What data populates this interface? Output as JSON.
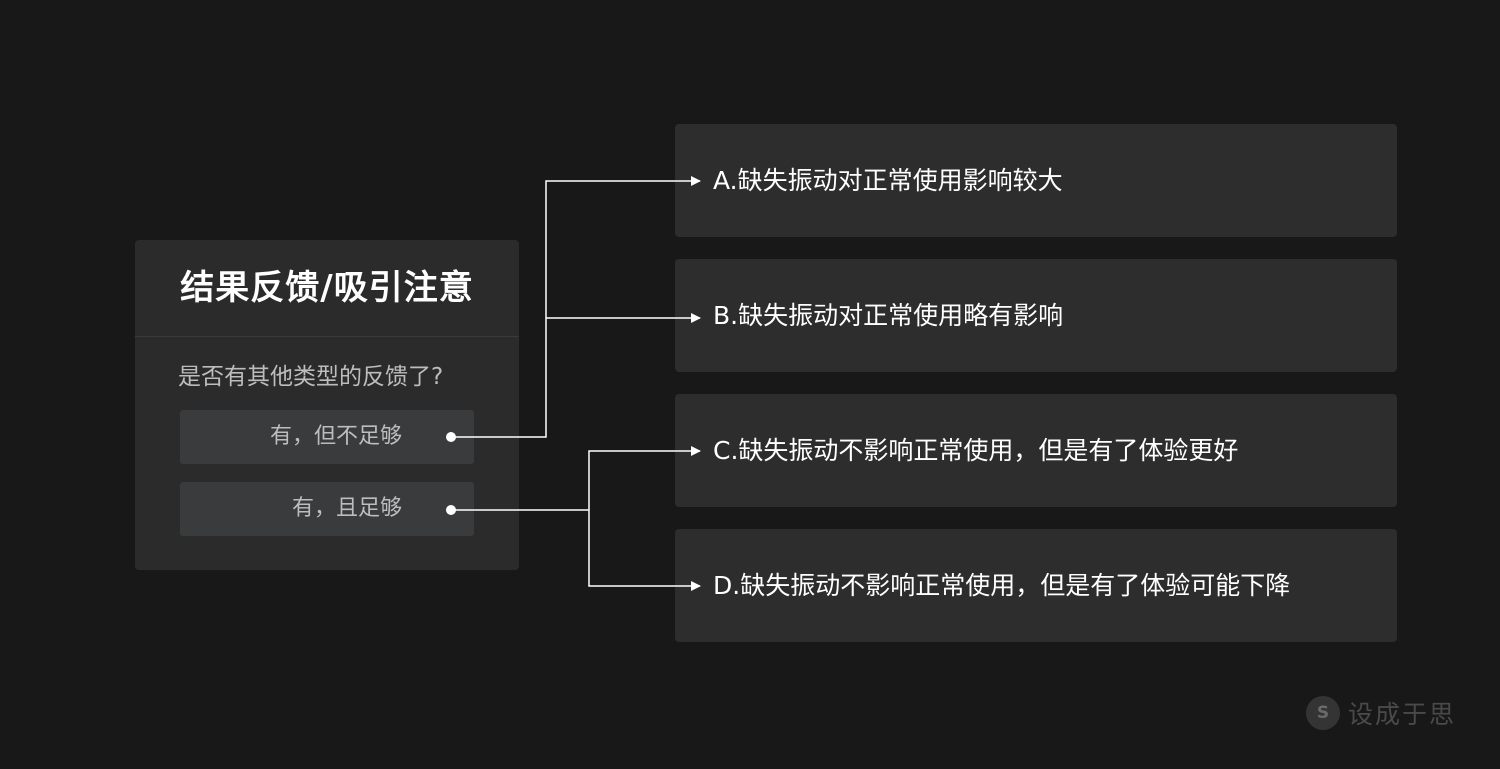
{
  "left_card": {
    "title": "结果反馈/吸引注意",
    "question": "是否有其他类型的反馈了?",
    "answers": [
      {
        "label": "有，但不足够"
      },
      {
        "label": "有，且足够"
      }
    ]
  },
  "options": [
    {
      "label": "A.缺失振动对正常使用影响较大"
    },
    {
      "label": "B.缺失振动对正常使用略有影响"
    },
    {
      "label": "C.缺失振动不影响正常使用，但是有了体验更好"
    },
    {
      "label": "D.缺失振动不影响正常使用，但是有了体验可能下降"
    }
  ],
  "watermark": {
    "text": "设成于思",
    "logo_glyph": "S"
  },
  "colors": {
    "background": "#181818",
    "card": "#2b2b2b",
    "answer_button": "#3a3b3d",
    "option_box": "#2d2d2d",
    "connector": "#ffffff"
  }
}
